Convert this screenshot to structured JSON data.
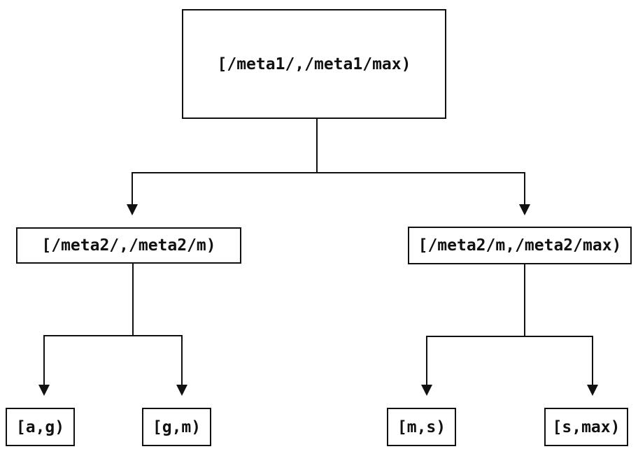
{
  "tree": {
    "root": {
      "label": "[/meta1/,/meta1/max)",
      "children": [
        {
          "label": "[/meta2/,/meta2/m)",
          "children": [
            {
              "label": "[a,g)"
            },
            {
              "label": "[g,m)"
            }
          ]
        },
        {
          "label": "[/meta2/m,/meta2/max)",
          "children": [
            {
              "label": "[m,s)"
            },
            {
              "label": "[s,max)"
            }
          ]
        }
      ]
    }
  },
  "colors": {
    "line": "#111111",
    "text": "#111111",
    "background": "#ffffff"
  }
}
